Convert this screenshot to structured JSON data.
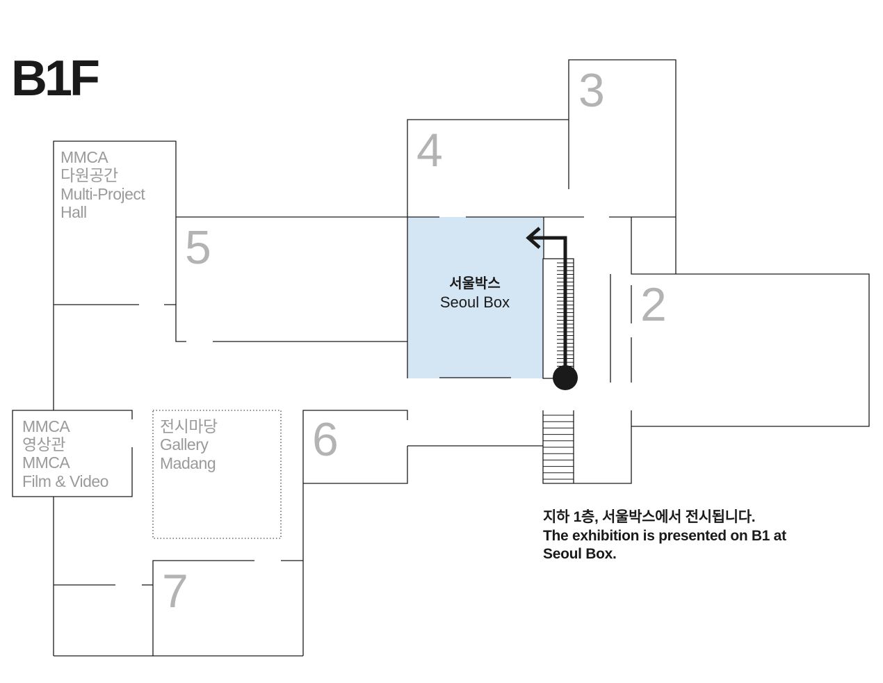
{
  "floor_label": "B1F",
  "rooms": {
    "room_2": "2",
    "room_3": "3",
    "room_4": "4",
    "room_5": "5",
    "room_6": "6",
    "room_7": "7"
  },
  "multi_project_hall": [
    "MMCA",
    "다원공간",
    "Multi-Project",
    "Hall"
  ],
  "film_video": [
    "MMCA",
    "영상관",
    "MMCA",
    "Film & Video"
  ],
  "gallery_madang": [
    "전시마당",
    "Gallery",
    "Madang"
  ],
  "seoul_box": [
    "서울박스",
    "Seoul Box"
  ],
  "highlight_color": "#d4e6f4",
  "note": [
    "지하 1층, 서울박스에서 전시됩니다.",
    "The exhibition is presented on B1 at",
    "Seoul Box."
  ]
}
